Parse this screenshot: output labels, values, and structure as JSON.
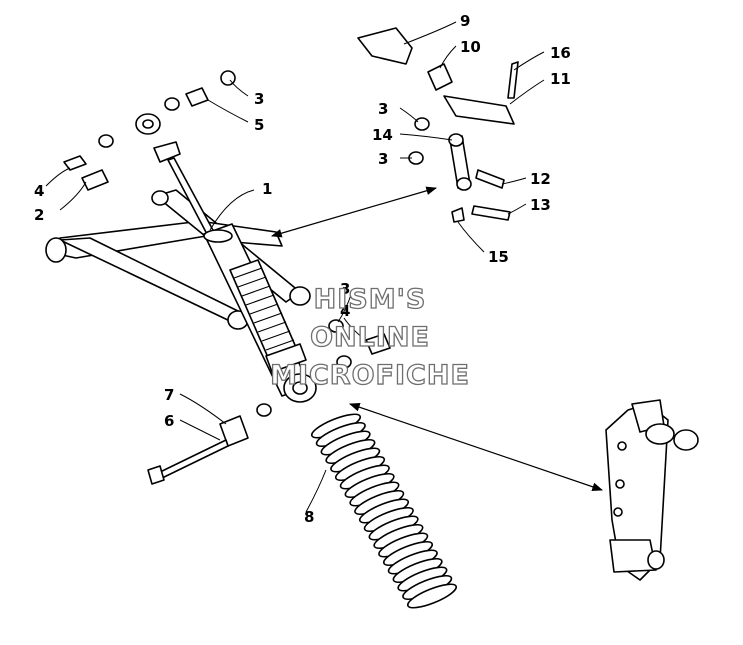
{
  "callouts": {
    "c1": "1",
    "c2": "2",
    "c3a": "3",
    "c3b": "3",
    "c3c": "3",
    "c3d": "3",
    "c4a": "4",
    "c4b": "4",
    "c5": "5",
    "c6": "6",
    "c7": "7",
    "c8": "8",
    "c9": "9",
    "c10": "10",
    "c11": "11",
    "c12": "12",
    "c13": "13",
    "c14": "14",
    "c15": "15",
    "c16": "16"
  },
  "watermark": {
    "line1": "HISM'S",
    "line2": "ONLINE",
    "line3": "MICROFICHE"
  }
}
